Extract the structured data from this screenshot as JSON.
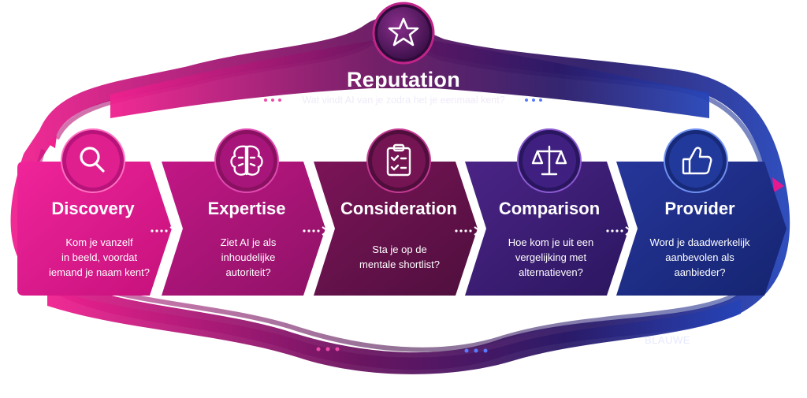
{
  "header": {
    "title": "Reputation",
    "subtitle": "Wat vindt AI van je zodra het je eenmaal kent?",
    "icon": "star-icon"
  },
  "steps": [
    {
      "title": "Discovery",
      "description": [
        "Kom je vanzelf",
        "in beeld, voordat",
        "iemand je naam kent?"
      ],
      "icon": "magnifier-icon",
      "color": "#e01f8f"
    },
    {
      "title": "Expertise",
      "description": [
        "Ziet AI je als",
        "inhoudelijke",
        "autoriteit?"
      ],
      "icon": "brain-icon",
      "color": "#b4177e"
    },
    {
      "title": "Consideration",
      "description": [
        "Sta je op de",
        "mentale shortlist?"
      ],
      "icon": "clipboard-check-icon",
      "color": "#6e1250"
    },
    {
      "title": "Comparison",
      "description": [
        "Hoe kom je uit een",
        "vergelijking met",
        "alternatieven?"
      ],
      "icon": "scales-icon",
      "color": "#3f1f7a"
    },
    {
      "title": "Provider",
      "description": [
        "Word je daadwerkelijk",
        "aanbevolen als",
        "aanbieder?"
      ],
      "icon": "thumbs-up-icon",
      "color": "#1f2f86"
    }
  ],
  "brand": {
    "text": "BLAUWE"
  },
  "colors": {
    "pink": "#e5198f",
    "purple": "#5a1a6e",
    "blue": "#2544b8"
  }
}
